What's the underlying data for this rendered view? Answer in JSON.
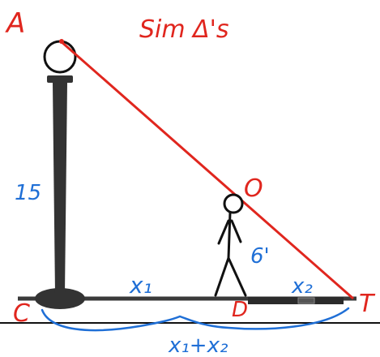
{
  "title": "Sim Δ's",
  "points": {
    "A": "A",
    "C": "C",
    "D": "D",
    "O": "O",
    "T": "T"
  },
  "labels": {
    "pole_height": "15",
    "person_height": "6'",
    "x1": "x₁",
    "x2": "x₂",
    "sum": "x₁+x₂"
  },
  "colors": {
    "red": "#e0261e",
    "blue": "#1f6fd6",
    "pole": "#3a3a3a",
    "ink": "#111111"
  }
}
